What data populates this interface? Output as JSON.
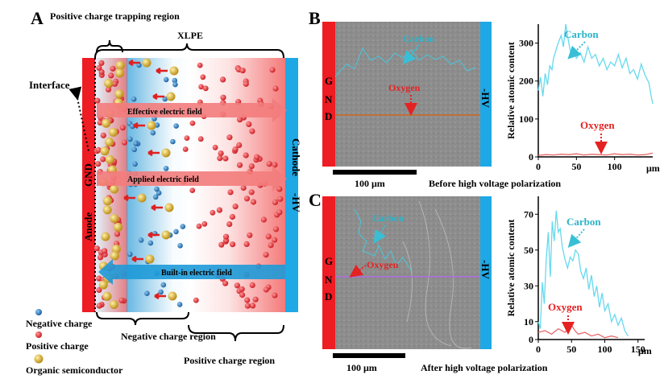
{
  "panel_a": {
    "label": "A",
    "top_label": "Positive charge trapping region",
    "xlpe_label": "XLPE",
    "interface_label": "Interface",
    "anode_label": "Anode",
    "gnd_label": "GND",
    "cathode_label": "Cathode",
    "hv_label": "-HV",
    "effective_field": "Effective electric field",
    "applied_field": "Applied electric field",
    "builtin_field": "Built-in electric field",
    "negative_region": "Negative charge region",
    "positive_region": "Positive charge region",
    "legend": {
      "negative": "Negative charge",
      "positive": "Positive charge",
      "organic": "Organic semiconductor"
    },
    "colors": {
      "anode": "#ee1c23",
      "cathode": "#1ea8e6",
      "positive": "#e41f26",
      "negative": "#1e6fb8",
      "organic": "#d9a514"
    }
  },
  "panel_b": {
    "label": "B",
    "side_left": "GND",
    "side_right": "-HV",
    "carbon_label": "Carbon",
    "oxygen_label": "Oxygen",
    "scale_label": "100 μm",
    "caption": "Before high voltage polarization"
  },
  "panel_c": {
    "label": "C",
    "side_left": "GND",
    "side_right": "-HV",
    "carbon_label": "Carbon",
    "oxygen_label": "Oxygen",
    "scale_label": "100 μm",
    "caption": "After high voltage polarization"
  },
  "chart_data": [
    {
      "type": "line",
      "ylabel": "Relative atomic content",
      "xunit": "μm",
      "xlim": [
        0,
        150
      ],
      "ylim": [
        0,
        350
      ],
      "xticks": [
        0,
        50,
        100
      ],
      "yticks": [
        0,
        100,
        200,
        300
      ],
      "series": [
        {
          "name": "Carbon",
          "color": "#66d9ee",
          "x": [
            0,
            3,
            6,
            9,
            12,
            15,
            18,
            20,
            23,
            26,
            30,
            33,
            36,
            40,
            43,
            46,
            50,
            55,
            60,
            65,
            70,
            75,
            80,
            85,
            90,
            95,
            100,
            105,
            110,
            115,
            120,
            125,
            130,
            135,
            140,
            145,
            148,
            150
          ],
          "y": [
            175,
            210,
            160,
            220,
            190,
            240,
            230,
            260,
            280,
            300,
            320,
            290,
            350,
            300,
            270,
            285,
            260,
            275,
            250,
            290,
            260,
            270,
            240,
            260,
            230,
            250,
            240,
            270,
            235,
            260,
            220,
            230,
            205,
            245,
            215,
            195,
            160,
            140
          ]
        },
        {
          "name": "Oxygen",
          "color": "#e8686a",
          "x": [
            0,
            10,
            20,
            30,
            40,
            50,
            60,
            70,
            80,
            90,
            100,
            110,
            120,
            130,
            140,
            150
          ],
          "y": [
            4,
            6,
            5,
            7,
            6,
            8,
            5,
            7,
            6,
            5,
            8,
            6,
            7,
            5,
            6,
            10
          ]
        }
      ]
    },
    {
      "type": "line",
      "ylabel": "Relative atomic content",
      "xunit": "μm",
      "xlim": [
        0,
        160
      ],
      "ylim": [
        0,
        80
      ],
      "xticks": [
        0,
        50,
        100,
        150
      ],
      "yticks": [
        0,
        10,
        30,
        50,
        70
      ],
      "series": [
        {
          "name": "Carbon",
          "color": "#66d9ee",
          "x": [
            0,
            3,
            6,
            9,
            12,
            15,
            18,
            21,
            24,
            27,
            30,
            33,
            36,
            40,
            44,
            48,
            52,
            56,
            60,
            64,
            68,
            72,
            76,
            80,
            84,
            88,
            92,
            96,
            100,
            105,
            110,
            115,
            120,
            125,
            130,
            135
          ],
          "y": [
            10,
            6,
            32,
            20,
            45,
            60,
            35,
            66,
            55,
            72,
            60,
            62,
            52,
            45,
            40,
            46,
            44,
            50,
            48,
            38,
            34,
            40,
            28,
            36,
            24,
            30,
            18,
            26,
            16,
            20,
            10,
            14,
            8,
            12,
            5,
            2
          ]
        },
        {
          "name": "Oxygen",
          "color": "#e8686a",
          "x": [
            0,
            10,
            20,
            30,
            40,
            50,
            55,
            60,
            70,
            80,
            90,
            100,
            110,
            120
          ],
          "y": [
            4,
            5,
            3,
            6,
            4,
            8,
            5,
            3,
            4,
            2,
            3,
            1,
            2,
            1
          ]
        }
      ]
    }
  ]
}
